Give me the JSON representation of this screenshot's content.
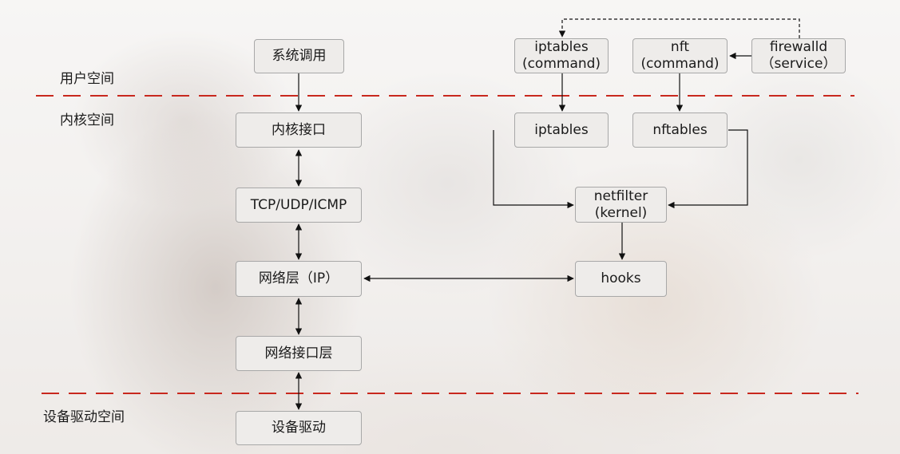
{
  "zones": {
    "user_space": "用户空间",
    "kernel_space": "内核空间",
    "device_driver_space": "设备驱动空间"
  },
  "boxes": {
    "syscall": "系统调用",
    "kernel_interface": "内核接口",
    "tcp_udp_icmp": "TCP/UDP/ICMP",
    "network_layer": "网络层（IP）",
    "network_interface_layer": "网络接口层",
    "device_driver": "设备驱动",
    "iptables_cmd_name": "iptables",
    "iptables_cmd_type": "(command)",
    "nft_cmd_name": "nft",
    "nft_cmd_type": "(command)",
    "firewalld_name": "firewalld",
    "firewalld_type": "（service）",
    "iptables": "iptables",
    "nftables": "nftables",
    "netfilter_name": "netfilter",
    "netfilter_type": "(kernel)",
    "hooks": "hooks"
  },
  "colors": {
    "divider": "#c8281e",
    "box_border": "#a8a8a8",
    "arrow": "#111111"
  }
}
